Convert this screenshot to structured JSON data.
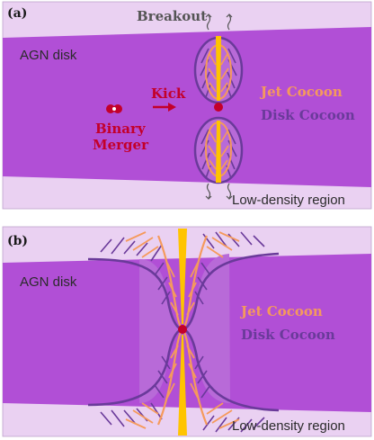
{
  "panel_a": {
    "label": "(a)",
    "agn_disk": "AGN disk",
    "breakout": "Breakout",
    "kick": "Kick",
    "binary_merger_line1": "Binary",
    "binary_merger_line2": "Merger",
    "jet_cocoon": "Jet Cocoon",
    "disk_cocoon": "Disk Cocoon",
    "low_density": "Low-density region"
  },
  "panel_b": {
    "label": "(b)",
    "agn_disk": "AGN disk",
    "jet_cocoon": "Jet Cocoon",
    "disk_cocoon": "Disk Cocoon",
    "low_density": "Low-density region"
  },
  "colors": {
    "disk": "#b14fd6",
    "low_density": "#ead1f2",
    "disk_cocoon": "#6a3a9a",
    "jet_cocoon": "#f59a5c",
    "jet": "#ffc400",
    "merger": "#c3002a",
    "breakout": "#555555"
  }
}
